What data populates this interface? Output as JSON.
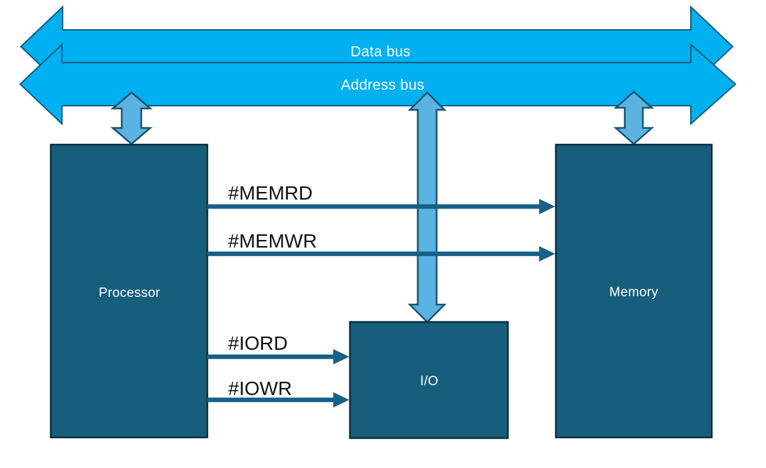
{
  "diagram": {
    "buses": {
      "data": {
        "label": "Data bus"
      },
      "address": {
        "label": "Address bus"
      }
    },
    "blocks": {
      "processor": {
        "label": "Processor"
      },
      "memory": {
        "label": "Memory"
      },
      "io": {
        "label": "I/O"
      }
    },
    "signals": {
      "memrd": {
        "label": "#MEMRD"
      },
      "memwr": {
        "label": "#MEMWR"
      },
      "iord": {
        "label": "#IORD"
      },
      "iowr": {
        "label": "#IOWR"
      }
    },
    "colors": {
      "background": "#FFFFFF",
      "bus_fill": "#00B0F0",
      "bus_outline": "#0D5C80",
      "bus_label": "#FFFFFF",
      "connector_fill": "#5BB3E2",
      "connector_outline": "#175571",
      "block_fill": "#175E7D",
      "block_outline": "#0A2C3D",
      "block_label": "#FFFFFF",
      "signal_arrow": "#176087",
      "signal_label": "#121212"
    }
  }
}
